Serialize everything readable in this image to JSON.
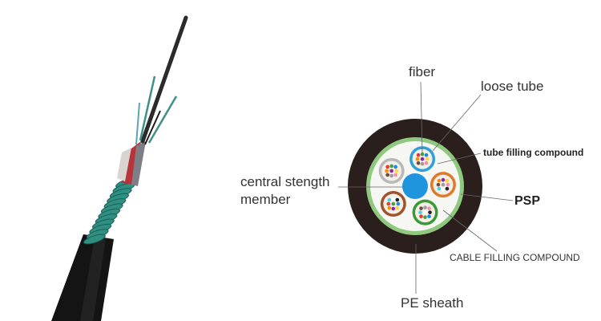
{
  "labels": {
    "fiber": "fiber",
    "loose_tube": "loose tube",
    "tube_filling_compound": "tube filling compound",
    "central_strength_member": "central stength member",
    "psp": "PSP",
    "cable_filling_compound": "CABLE FILLING COMPOUND",
    "pe_sheath": "PE sheath"
  },
  "colors": {
    "sheath": "#2a1f1c",
    "psp_ring": "#8fc87f",
    "central_member": "#1f95df",
    "armor_green": "#2f8f83",
    "tube_colors": [
      "#2e9fd8",
      "#e07a2a",
      "#3a9a3a",
      "#a0522d",
      "#b8b8b8"
    ],
    "fiber_colors": [
      "#e53935",
      "#43a047",
      "#1e88e5",
      "#fb8c00",
      "#8e24aa",
      "#fdd835",
      "#6d4c41",
      "#9e9e9e",
      "#f48fb1",
      "#4dd0e1",
      "#ffffff",
      "#212121"
    ]
  }
}
